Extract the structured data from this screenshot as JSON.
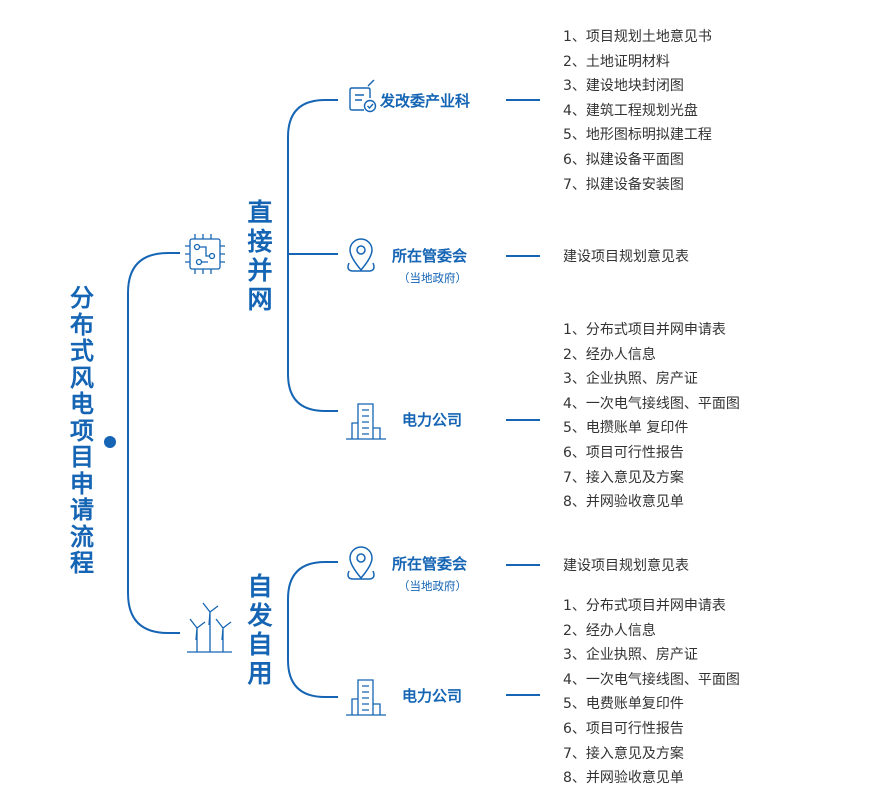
{
  "title": "分布式风电项目申请流程",
  "branches": [
    {
      "label": "直接并网",
      "departments": [
        {
          "name": "发改委产业科",
          "documents": [
            "1、项目规划土地意见书",
            "2、土地证明材料",
            "3、建设地块封闭图",
            "4、建筑工程规划光盘",
            "5、地形图标明拟建工程",
            "6、拟建设备平面图",
            "7、拟建设备安装图"
          ]
        },
        {
          "name": "所在管委会",
          "note": "（当地政府）",
          "documents": [
            "建设项目规划意见表"
          ]
        },
        {
          "name": "电力公司",
          "documents": [
            "1、分布式项目并网申请表",
            "2、经办人信息",
            "3、企业执照、房产证",
            "4、一次电气接线图、平面图",
            "5、电攒账单 复印件",
            "6、项目可行性报告",
            "7、接入意见及方案",
            "8、并网验收意见单"
          ]
        }
      ]
    },
    {
      "label": "自发自用",
      "departments": [
        {
          "name": "所在管委会",
          "note": "（当地政府）",
          "documents": [
            "建设项目规划意见表"
          ]
        },
        {
          "name": "电力公司",
          "documents": [
            "1、分布式项目并网申请表",
            "2、经办人信息",
            "3、企业执照、房产证",
            "4、一次电气接线图、平面图",
            "5、电费账单复印件",
            "6、项目可行性报告",
            "7、接入意见及方案",
            "8、并网验收意见单"
          ]
        }
      ]
    }
  ],
  "colors": {
    "accent": "#1565b4",
    "text": "#333333",
    "line": "#1565b4"
  },
  "icons": [
    "circuit-board-icon",
    "wind-turbines-icon",
    "document-check-icon",
    "location-pin-icon",
    "office-building-icon"
  ]
}
